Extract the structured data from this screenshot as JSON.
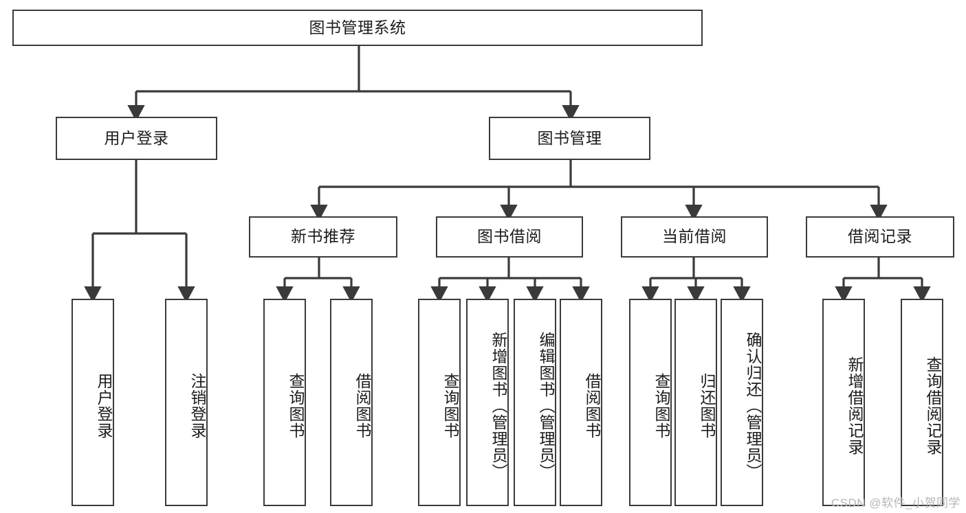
{
  "diagram": {
    "title": "图书管理系统",
    "type": "tree-hierarchy-flowchart",
    "colors": {
      "box_border": "#3a3a3a",
      "box_fill": "#ffffff",
      "connector": "#3a3a3a",
      "text": "#1c1c1c",
      "watermark": "#b6b6b6",
      "background": "#ffffff"
    },
    "root": {
      "label": "图书管理系统"
    },
    "level2": [
      {
        "label": "用户登录"
      },
      {
        "label": "图书管理"
      }
    ],
    "level3": [
      {
        "label": "新书推荐"
      },
      {
        "label": "图书借阅"
      },
      {
        "label": "当前借阅"
      },
      {
        "label": "借阅记录"
      }
    ],
    "leaves": {
      "user_login": [
        {
          "label": "用户登录"
        },
        {
          "label": "注销登录"
        }
      ],
      "new_book_recommend": [
        {
          "label": "查询图书"
        },
        {
          "label": "借阅图书"
        }
      ],
      "book_borrow": [
        {
          "label": "查询图书"
        },
        {
          "label": "新增图书（管理员）"
        },
        {
          "label": "编辑图书（管理员）"
        },
        {
          "label": "借阅图书"
        }
      ],
      "current_borrow": [
        {
          "label": "查询图书"
        },
        {
          "label": "归还图书"
        },
        {
          "label": "确认归还（管理员）"
        }
      ],
      "borrow_record": [
        {
          "label": "新增借阅记录"
        },
        {
          "label": "查询借阅记录"
        }
      ]
    }
  },
  "watermark": {
    "text": "CSDN @软件_小贺同学"
  }
}
